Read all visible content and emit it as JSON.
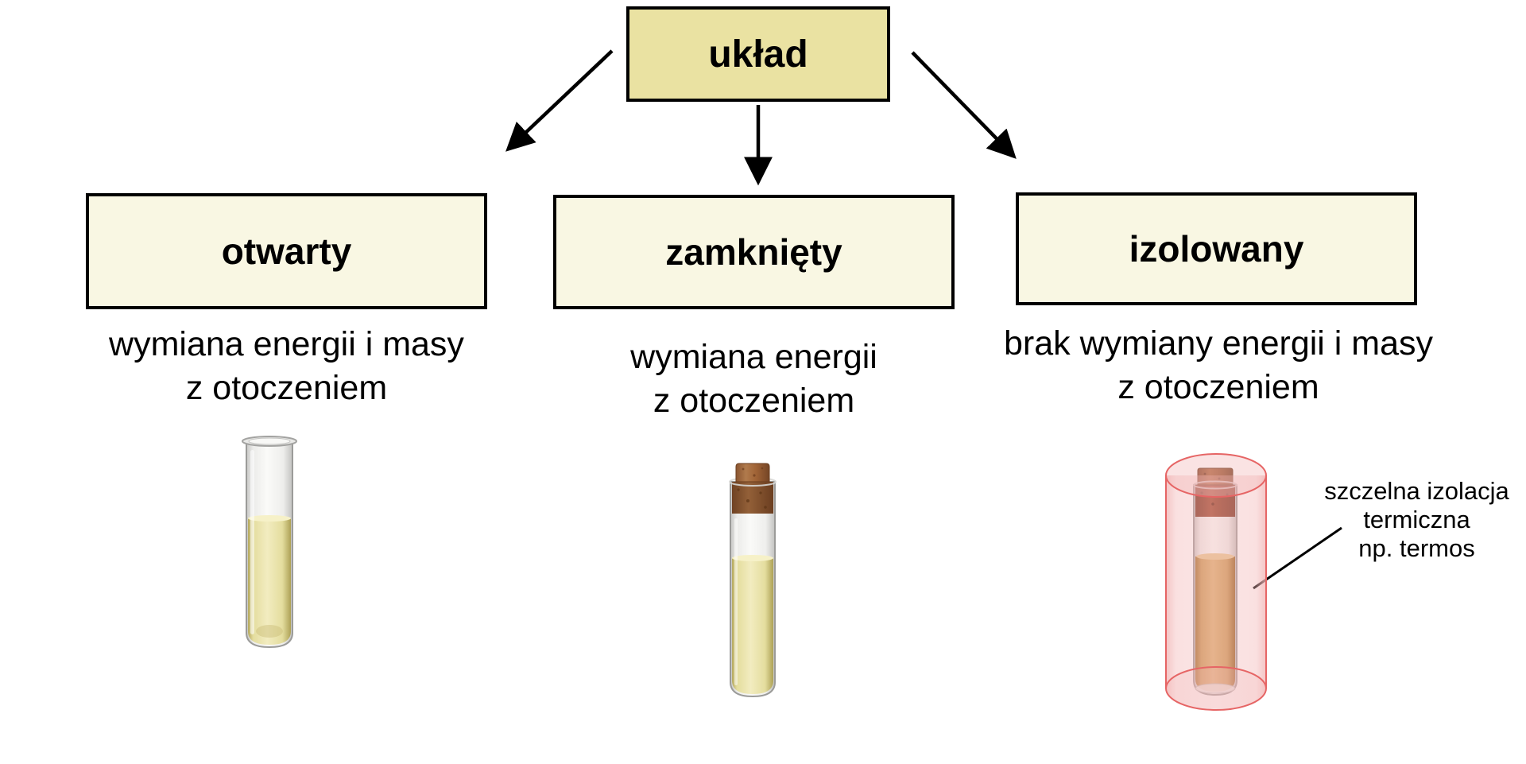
{
  "root": {
    "label": "układ"
  },
  "branches": [
    {
      "label": "otwarty",
      "desc_line1": "wymiana energii i masy",
      "desc_line2": "z otoczeniem",
      "illustration": "open-test-tube"
    },
    {
      "label": "zamknięty",
      "desc_line1": "wymiana energii",
      "desc_line2": "z otoczeniem",
      "illustration": "corked-test-tube"
    },
    {
      "label": "izolowany",
      "desc_line1": "brak wymiany energii i masy",
      "desc_line2": "z otoczeniem",
      "illustration": "corked-test-tube-in-thermos"
    }
  ],
  "annotation": {
    "line1": "szczelna izolacja",
    "line2": "termiczna",
    "line3": "np. termos"
  },
  "colors": {
    "root_box_fill": "#eae2a2",
    "branch_box_fill": "#f9f7e3",
    "box_border": "#000000",
    "arrow": "#000000",
    "liquid_yellow": "#ece5ab",
    "liquid_amber": "#d8a86a",
    "cork_brown": "#9a5f36",
    "thermos_pink_fill": "#f2b6b6",
    "thermos_pink_stroke": "#e66565",
    "text": "#000000"
  }
}
